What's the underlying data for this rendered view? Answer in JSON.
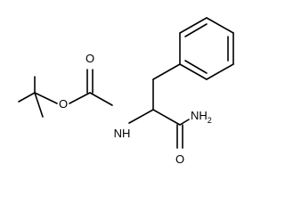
{
  "molecule": {
    "bond_color": "#000000",
    "background": "#ffffff",
    "labels": {
      "ester_oxygen": "O",
      "carbonyl_oxygen_boc": "O",
      "amine_nh": "NH",
      "amide_nh2": "NH",
      "amide_nh2_subscript": "2",
      "carbonyl_oxygen_amide": "O"
    }
  }
}
